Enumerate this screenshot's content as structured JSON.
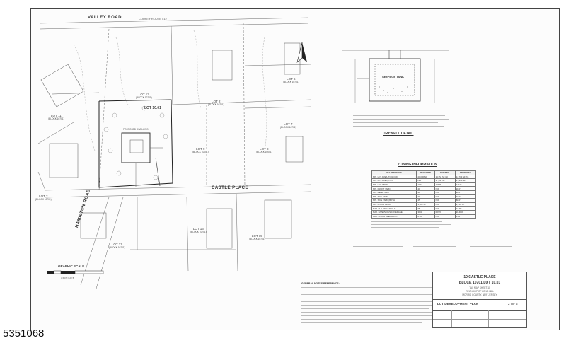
{
  "roads": {
    "valley": "VALLEY ROAD",
    "valley_sub": "COUNTY ROUTE 512",
    "castle": "CASTLE PLACE",
    "hamilton": "HAMILTON ROAD"
  },
  "lots": [
    {
      "label": "LOT 13",
      "block": "(BLOCK 10701)"
    },
    {
      "label": "LOT 6",
      "block": "(BLOCK 10701)"
    },
    {
      "label": "LOT 2",
      "block": "(BLOCK 10701)"
    },
    {
      "label": "LOT 11",
      "block": "(BLOCK 10701)"
    },
    {
      "label": "LOT 7",
      "block": "(BLOCK 10701)"
    },
    {
      "label": "LOT 9",
      "block": "(BLOCK 10001)"
    },
    {
      "label": "LOT 8",
      "block": "(BLOCK 10001)"
    },
    {
      "label": "LOT 2",
      "block": "(BLOCK 10701)"
    },
    {
      "label": "LOT 17",
      "block": "(BLOCK 10701)"
    },
    {
      "label": "LOT 16",
      "block": "(BLOCK 10701)"
    },
    {
      "label": "LOT 15",
      "block": "(BLOCK 10701)"
    }
  ],
  "site": {
    "lot_label": "LOT 10.01",
    "dwelling": "PROPOSED DWELLING"
  },
  "drywell": {
    "tank_label": "SEEPAGE TANK",
    "title": "DRYWELL DETAIL"
  },
  "zoning": {
    "title": "ZONING INFORMATION",
    "headers": [
      "R-2 RESIDENCE",
      "REQUIRED",
      "EXISTING",
      "PROPOSED"
    ],
    "rows": [
      [
        "MIN. LOT AREA, TO R.O.W.",
        "20,000 SF",
        "14,354 SF (N)",
        "14,703 SF (N)"
      ],
      [
        "MIN. LOT AREA, TO C",
        "N/A",
        "17,398 SF",
        "17,398 SF"
      ],
      [
        "MIN. LOT WIDTH",
        "100'",
        "147.8'",
        "147.8'"
      ],
      [
        "MIN. FRONT YARD",
        "40'",
        "N/A",
        "28.0'"
      ],
      [
        "MIN. REAR YARD",
        "40'",
        "N/A",
        "28.0'"
      ],
      [
        "MIN. SIDE YARD",
        "20'",
        "N/A",
        "33.0'"
      ],
      [
        "MIN. SIDE YARD (BOTH)",
        "45'",
        "N/A",
        "68.0'"
      ],
      [
        "MIN. FLOOR AREA",
        "1,500 SF",
        "N/A",
        "2,750 SF"
      ],
      [
        "MAX. BUILDING HEIGHT",
        "35'",
        "N/A",
        "24.75'"
      ],
      [
        "MAX. IMPERVIOUS COVERAGE",
        "30%",
        "0.07%",
        "20.48%"
      ],
      [
        "MAX. FLOOR AREA RATIO",
        "0.30",
        "N/A",
        "0.16"
      ]
    ]
  },
  "scale": {
    "title": "GRAPHIC SCALE",
    "unit": "1 inch = 30 ft."
  },
  "notes": {
    "title": "GENERAL NOTES/REFERENCE:"
  },
  "title_block": {
    "address": "10 CASTLE PLACE",
    "block_lot": "BLOCK 10701  LOT 10.01",
    "taxmap": "TAX MAP SHEET 10",
    "township": "TOWNSHIP OF LONG HILL",
    "county": "MORRIS COUNTY, NEW JERSEY",
    "sheet_title": "LOT DEVELOPMENT PLAN",
    "sheet_no": "2 OF 2"
  },
  "listing_id": "5351068"
}
